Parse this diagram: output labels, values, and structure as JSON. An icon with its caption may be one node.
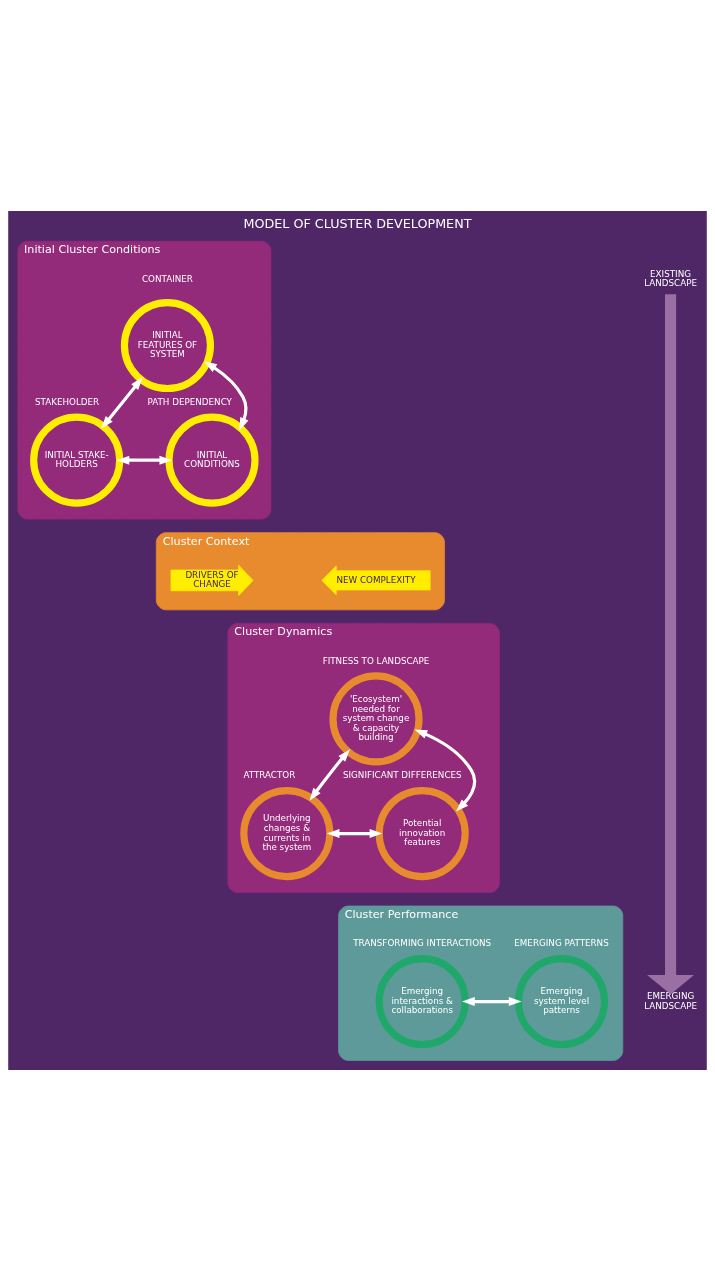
{
  "diagram": {
    "title": "MODEL OF CLUSTER DEVELOPMENT",
    "nodes": [
      {
        "text": [
          "Initial Cluster Conditions"
        ]
      },
      {
        "text": [
          "INITIAL FEATURES OF SYSTEM"
        ],
        "beside": [
          "CONTAINER"
        ],
        "in": 0
      },
      {
        "text": [
          "INITIAL STAKE- HOLDERS"
        ],
        "beside": [
          "STAKEHOLDER"
        ],
        "in": 0
      },
      {
        "text": [
          "INITIAL CONDITIONS"
        ],
        "beside": [
          "PATH DEPENDENCY"
        ],
        "in": 0
      },
      {
        "text": [
          "Cluster Context"
        ]
      },
      {
        "text": [
          "DRIVERS OF CHANGE"
        ],
        "in": 4
      },
      {
        "text": [
          "NEW COMPLEXITY"
        ],
        "in": 4
      },
      {
        "text": [
          "Cluster Dynamics"
        ]
      },
      {
        "text": [
          "'Ecosystem' needed for system change & capacity building"
        ],
        "beside": [
          "FITNESS TO LANDSCAPE"
        ],
        "in": 7
      },
      {
        "text": [
          "Underlying changes & currents in the system"
        ],
        "beside": [
          "ATTRACTOR"
        ],
        "in": 7
      },
      {
        "text": [
          "Potential innovation features"
        ],
        "beside": [
          "SIGNIFICANT DIFFERENCES"
        ],
        "in": 7
      },
      {
        "text": [
          "Cluster Performance"
        ]
      },
      {
        "text": [
          "Emerging interactions & collaborations"
        ],
        "beside": [
          "TRANSFORMING INTERACTIONS"
        ],
        "in": 11
      },
      {
        "text": [
          "Emerging system level patterns"
        ],
        "beside": [
          "EMERGING PATTERNS"
        ],
        "in": 11
      },
      {
        "text": [
          "EXISTING LANDSCAPE"
        ]
      },
      {
        "text": [
          "EMERGING LANDSCAPE"
        ]
      }
    ],
    "edges": [
      {
        "from": 1,
        "to": 2,
        "arrow": "both"
      },
      {
        "from": 1,
        "to": 3,
        "arrow": "both"
      },
      {
        "from": 2,
        "to": 3,
        "arrow": "both"
      },
      {
        "from": 8,
        "to": 9,
        "arrow": "both"
      },
      {
        "from": 8,
        "to": 10,
        "arrow": "both"
      },
      {
        "from": 9,
        "to": 10,
        "arrow": "both"
      },
      {
        "from": 12,
        "to": 13,
        "arrow": "both"
      },
      {
        "from": 14,
        "to": 15,
        "arrow": "to",
        "style": "thick",
        "color": "#9a6fa3"
      }
    ]
  }
}
